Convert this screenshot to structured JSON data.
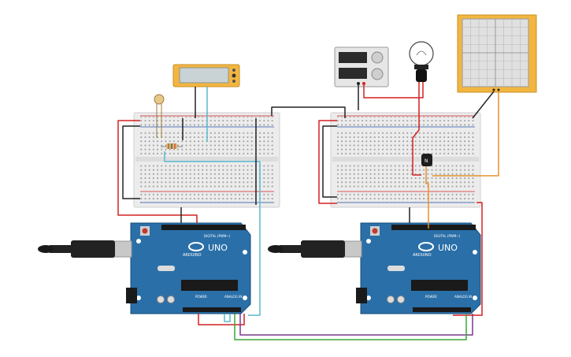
{
  "arduino_left": {
    "logo_text": "UNO",
    "brand_text": "ARDUINO",
    "digital_header": "DIGITAL (PWM~)",
    "power_header": "POWER",
    "analog_header": "ANALOG IN"
  },
  "arduino_right": {
    "logo_text": "UNO",
    "brand_text": "ARDUINO",
    "digital_header": "DIGITAL (PWM~)",
    "power_header": "POWER",
    "analog_header": "ANALOG IN"
  },
  "transistor": {
    "label": "N"
  },
  "colors": {
    "board": "#2a6fa8",
    "breadboard": "#eeeeee",
    "wire_red": "#d42020",
    "wire_black": "#222222",
    "wire_green": "#3aa63a",
    "wire_purple": "#7a3a8c",
    "wire_orange": "#e8922a",
    "wire_cyan": "#5ab8d0",
    "lcd_frame": "#f2b640"
  }
}
